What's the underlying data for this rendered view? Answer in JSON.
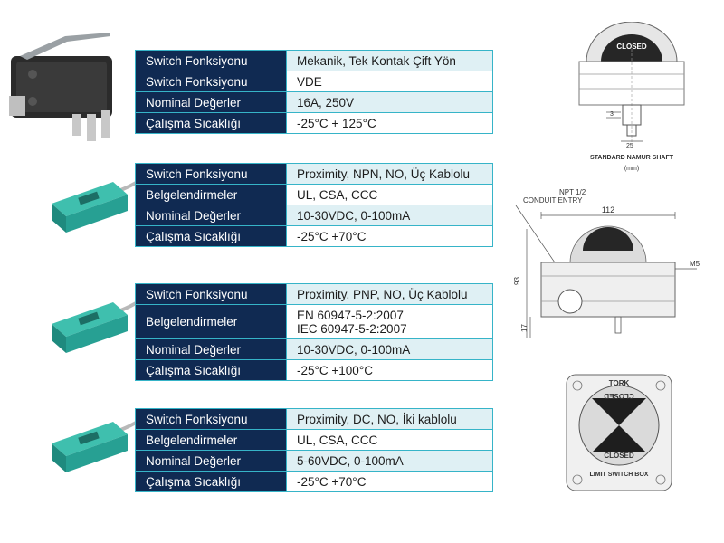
{
  "tables": [
    {
      "rows": [
        {
          "label": "Switch Fonksiyonu",
          "value": "Mekanik, Tek Kontak Çift Yön"
        },
        {
          "label": "Switch Fonksiyonu",
          "value": "VDE"
        },
        {
          "label": "Nominal Değerler",
          "value": "16A, 250V"
        },
        {
          "label": "Çalışma Sıcaklığı",
          "value": "-25°C + 125°C"
        }
      ]
    },
    {
      "rows": [
        {
          "label": "Switch Fonksiyonu",
          "value": "Proximity, NPN, NO, Üç Kablolu"
        },
        {
          "label": "Belgelendirmeler",
          "value": "UL, CSA, CCC"
        },
        {
          "label": "Nominal Değerler",
          "value": "10-30VDC, 0-100mA"
        },
        {
          "label": "Çalışma Sıcaklığı",
          "value": "-25°C +70°C"
        }
      ]
    },
    {
      "rows": [
        {
          "label": "Switch Fonksiyonu",
          "value": "Proximity, PNP, NO, Üç Kablolu"
        },
        {
          "label": "Belgelendirmeler",
          "value_lines": [
            "EN 60947-5-2:2007",
            "IEC 60947-5-2:2007"
          ]
        },
        {
          "label": "Nominal Değerler",
          "value": "10-30VDC, 0-100mA"
        },
        {
          "label": "Çalışma Sıcaklığı",
          "value": "-25°C +100°C"
        }
      ]
    },
    {
      "rows": [
        {
          "label": "Switch Fonksiyonu",
          "value": "Proximity, DC, NO, İki kablolu"
        },
        {
          "label": "Belgelendirmeler",
          "value": "UL, CSA, CCC"
        },
        {
          "label": "Nominal Değerler",
          "value": "5-60VDC, 0-100mA"
        },
        {
          "label": "Çalışma Sıcaklığı",
          "value": "-25°C +70°C"
        }
      ]
    }
  ],
  "drawings": {
    "shaft": {
      "dome_label": "CLOSED",
      "dim_small": "3",
      "dim_width": "25",
      "caption": "STANDARD NAMUR SHAFT",
      "unit": "(mm)"
    },
    "side": {
      "conduit_label_1": "NPT 1/2",
      "conduit_label_2": "CONDUIT ENTRY",
      "dim_width": "112",
      "dim_height": "93",
      "dim_low": "17",
      "thread": "M5"
    },
    "top": {
      "brand": "TORK",
      "label_top": "CLOSED",
      "label_bottom": "CLOSED",
      "plate": "LIMIT SWITCH BOX"
    }
  },
  "colors": {
    "header_bg": "#102a52",
    "border": "#36b4c8",
    "highlight_row": "#dff0f4",
    "sensor_green": "#27a093"
  },
  "icons": [
    "microswitch-image",
    "proximity-sensor-image"
  ]
}
